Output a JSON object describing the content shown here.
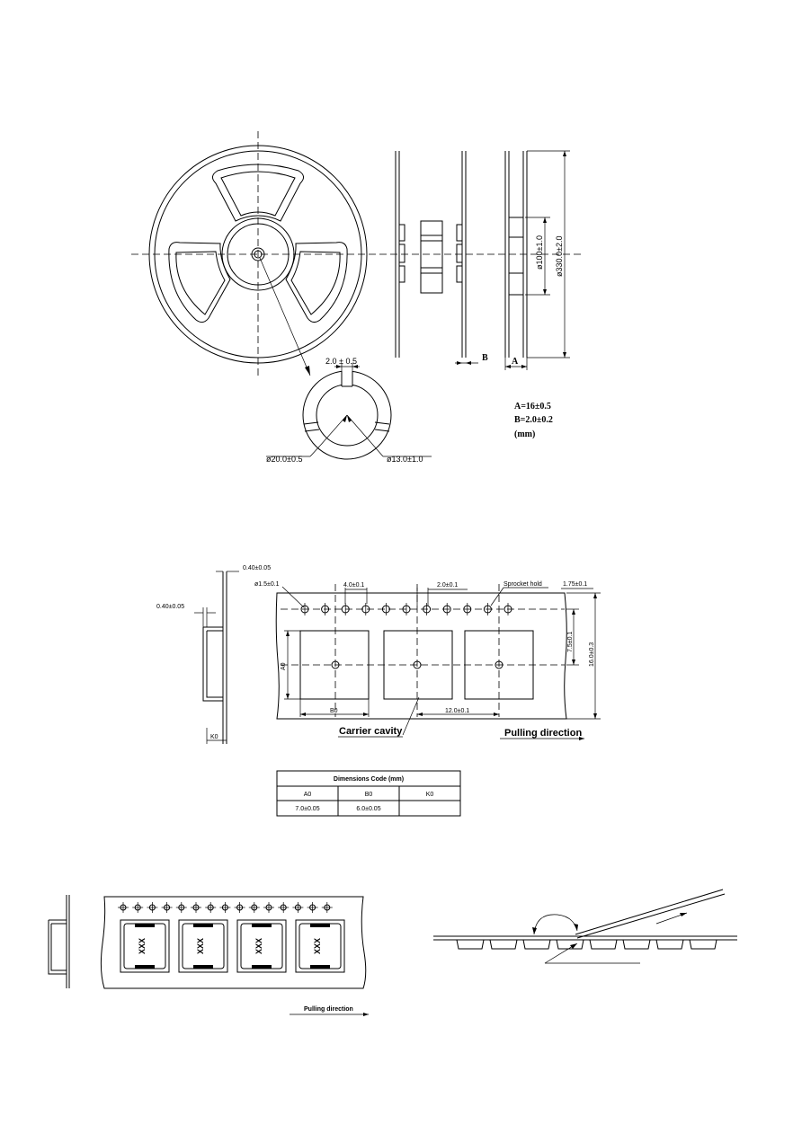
{
  "reel": {
    "center_hole": "2.0 ± 0.5",
    "hub_dia": "ø20.0±0.5",
    "arbor_dia": "ø13.0±1.0",
    "inner_dia": "ø100±1.0",
    "outer_dia": "ø330.0±2.0",
    "label_b": "B",
    "label_a": "A",
    "spec_a": "A=16±0.5",
    "spec_b": "B=2.0±0.2",
    "unit": "(mm)"
  },
  "tape": {
    "t1": "0.40±0.05",
    "t2": "0.40±0.05",
    "hole_dia": "ø1.5±0.1",
    "p0": "4.0±0.1",
    "p2": "2.0±0.1",
    "sprocket": "Sprocket hold",
    "e": "1.75±0.1",
    "f": "7.5±0.1",
    "w": "16.0±0.3",
    "a0": "A0",
    "b0": "B0",
    "p1": "12.0±0.1",
    "k0": "K0",
    "carrier": "Carrier cavity",
    "pulling": "Pulling direction"
  },
  "table": {
    "title": "Dimensions Code (mm)",
    "headers": [
      "A0",
      "B0",
      "K0"
    ],
    "values": [
      "7.0±0.05",
      "6.0±0.05",
      ""
    ]
  },
  "bottom": {
    "marking": "XXX",
    "pulling": "Pulling direction"
  }
}
